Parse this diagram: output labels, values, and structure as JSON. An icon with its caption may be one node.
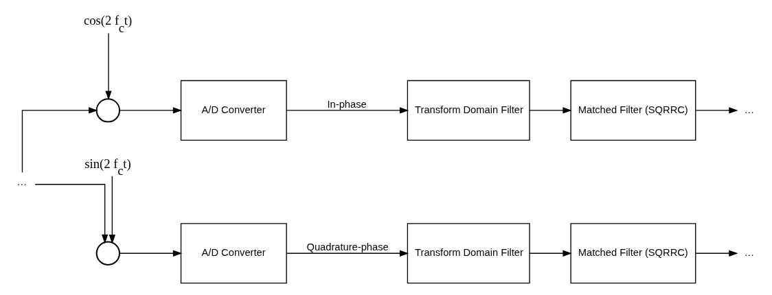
{
  "diagram": {
    "nodes": [
      {
        "text": [
          "cos(2 f$_{c}$t)"
        ]
      },
      {
        "text": [
          "…"
        ]
      },
      {
        "text": [],
        "shape": "circle"
      },
      {
        "text": [
          "A/D Converter"
        ]
      },
      {
        "text": [
          "Transform Domain Filter"
        ]
      },
      {
        "text": [
          "Matched Filter (SQRRC)"
        ]
      },
      {
        "text": [
          "…"
        ]
      },
      {
        "text": [],
        "shape": "circle"
      },
      {
        "text": [
          "A/D Converter"
        ]
      },
      {
        "text": [
          "Transform Domain Filter"
        ]
      },
      {
        "text": [
          "Matched Filter (SQRRC)"
        ]
      },
      {
        "text": [
          "…"
        ]
      },
      {
        "text": [
          "sin(2 f$_{c}$t)"
        ]
      }
    ],
    "edges": [
      {
        "from": 1,
        "to": 2,
        "arrow": "to"
      },
      {
        "from": 1,
        "to": 7,
        "arrow": "to"
      },
      {
        "from": 0,
        "to": 2,
        "arrow": "to"
      },
      {
        "from": 12,
        "to": 7,
        "arrow": "to"
      },
      {
        "from": 2,
        "to": 3,
        "arrow": "to"
      },
      {
        "from": 7,
        "to": 8,
        "arrow": "to"
      },
      {
        "from": 3,
        "to": 4,
        "arrow": "to",
        "label": "In-phase"
      },
      {
        "from": 8,
        "to": 9,
        "arrow": "to",
        "label": "Quadrature-phase"
      },
      {
        "from": 4,
        "to": 5,
        "arrow": "to"
      },
      {
        "from": 9,
        "to": 10,
        "arrow": "to"
      },
      {
        "from": 5,
        "to": 6,
        "arrow": "to"
      },
      {
        "from": 10,
        "to": 11,
        "arrow": "to"
      }
    ]
  }
}
